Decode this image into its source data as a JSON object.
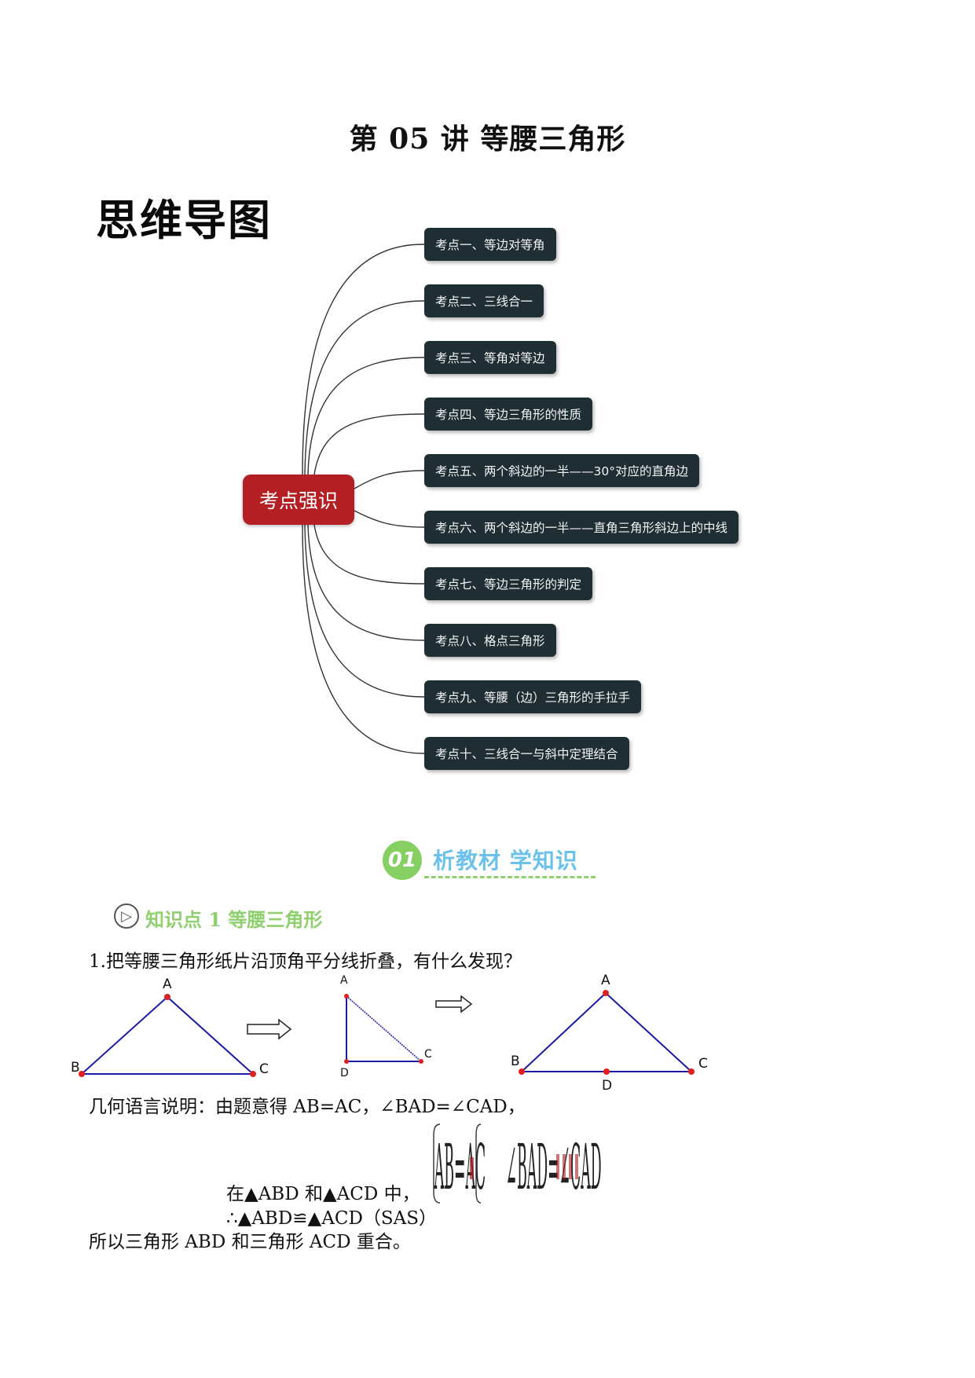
{
  "doc_title": "第 05 讲  等腰三角形",
  "mindmap": {
    "title": "思维导图",
    "center": "考点强识",
    "branches": [
      "考点一、等边对等角",
      "考点二、三线合一",
      "考点三、等角对等边",
      "考点四、等边三角形的性质",
      "考点五、两个斜边的一半——30°对应的直角边",
      "考点六、两个斜边的一半——直角三角形斜边上的中线",
      "考点七、等边三角形的判定",
      "考点八、格点三角形",
      "考点九、等腰（边）三角形的手拉手",
      "考点十、三线合一与斜中定理结合"
    ]
  },
  "section": {
    "number": "01",
    "title": "析教材 学知识"
  },
  "knowledge_point": {
    "title": "知识点 1 等腰三角形"
  },
  "body": {
    "question": "1.把等腰三角形纸片沿顶角平分线折叠，有什么发现？",
    "explain": "几何语言说明：由题意得 AB=AC，∠BAD=∠CAD，",
    "in_triangles": "在▲ABD 和▲ACD 中，",
    "therefore": "∴▲ABD≌▲ACD（SAS）",
    "conclusion": "所以三角形 ABD 和三角形 ACD 重合。"
  },
  "formula": {
    "part1": "AB=AC",
    "part2": "∠BAD=∠CAD"
  },
  "figures": {
    "fig1": {
      "A": "A",
      "B": "B",
      "C": "C"
    },
    "fig2": {
      "A": "A",
      "C": "C",
      "D": "D"
    },
    "fig3": {
      "A": "A",
      "B": "B",
      "C": "C",
      "D": "D"
    }
  },
  "colors": {
    "center_node": "#b31f22",
    "branch_node": "#1f2d34",
    "triangle_line": "#1a1aa6",
    "point": "#e02020",
    "section_badge": "#86cf63",
    "section_title": "#6cc1ea",
    "kp_title": "#8fcf6e"
  }
}
